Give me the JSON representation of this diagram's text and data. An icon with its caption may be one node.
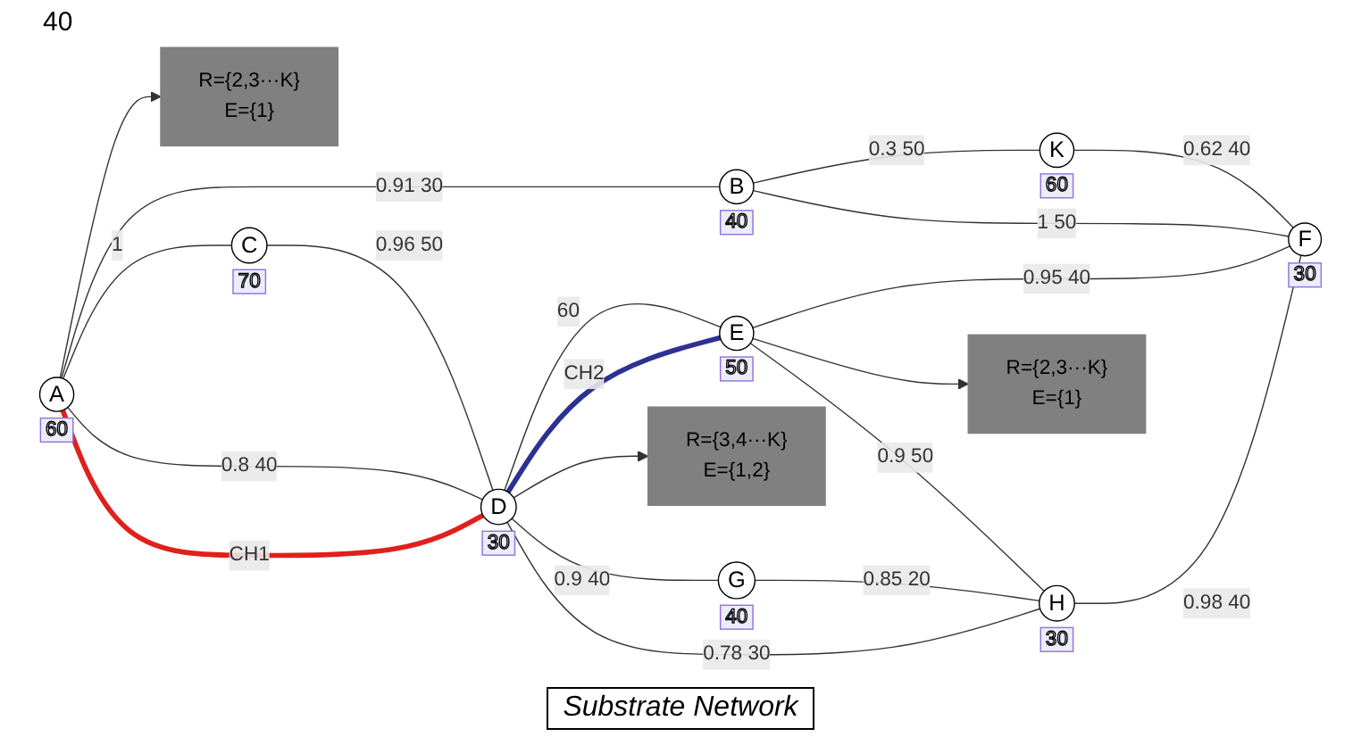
{
  "diagram": {
    "caption": "Substrate Network",
    "nodes": [
      {
        "text": [
          "R={2,3···K}",
          "E={1}"
        ]
      },
      {
        "text": [
          "A"
        ],
        "beside": [
          "60"
        ]
      },
      {
        "text": [
          "B"
        ],
        "beside": [
          "40"
        ]
      },
      {
        "text": [
          "K"
        ],
        "beside": [
          "60"
        ]
      },
      {
        "text": [
          "C"
        ],
        "beside": [
          "70"
        ]
      },
      {
        "text": [
          "D"
        ],
        "beside": [
          "30"
        ]
      },
      {
        "text": [
          "E"
        ],
        "beside": [
          "50"
        ]
      },
      {
        "text": [
          "F"
        ],
        "beside": [
          "30"
        ]
      },
      {
        "text": [
          "R={2,3···K}",
          "E={1}"
        ]
      },
      {
        "text": [
          "R={3,4···K}",
          "E={1,2}"
        ]
      },
      {
        "text": [
          "G"
        ],
        "beside": [
          "40"
        ]
      },
      {
        "text": [
          "H"
        ],
        "beside": [
          "30"
        ]
      }
    ],
    "edges": [
      {
        "from": 1,
        "to": 0,
        "arrow": "to"
      },
      {
        "from": 1,
        "to": 2,
        "arrow": "none",
        "label": "0.91 30"
      },
      {
        "from": 2,
        "to": 3,
        "arrow": "none",
        "label": "0.3 50"
      },
      {
        "from": 1,
        "to": 4,
        "arrow": "none",
        "label": "1"
      },
      {
        "from": 1,
        "to": 5,
        "arrow": "none",
        "label": "0.8 40"
      },
      {
        "from": 1,
        "to": 5,
        "arrow": "none",
        "label": "CH1",
        "style": "thick",
        "color": "#e0201c"
      },
      {
        "from": 2,
        "to": 7,
        "arrow": "none",
        "label": "1 50"
      },
      {
        "from": 3,
        "to": 7,
        "arrow": "none",
        "label": "0.62 40"
      },
      {
        "from": 4,
        "to": 5,
        "arrow": "none",
        "label": "0.96 50"
      },
      {
        "from": 5,
        "to": 6,
        "arrow": "none",
        "label": "60"
      },
      {
        "from": 5,
        "to": 6,
        "arrow": "none",
        "label": "CH2",
        "style": "thick",
        "color": "#2e3192"
      },
      {
        "from": 6,
        "to": 7,
        "arrow": "none",
        "label": "0.95 40"
      },
      {
        "from": 6,
        "to": 8,
        "arrow": "to"
      },
      {
        "from": 5,
        "to": 9,
        "arrow": "to"
      },
      {
        "from": 5,
        "to": 10,
        "arrow": "none",
        "label": "0.9 40"
      },
      {
        "from": 5,
        "to": 11,
        "arrow": "none",
        "label": "0.78 30"
      },
      {
        "from": 6,
        "to": 11,
        "arrow": "none",
        "label": "0.9 50"
      },
      {
        "from": 10,
        "to": 11,
        "arrow": "none",
        "label": "0.85 20"
      },
      {
        "from": 11,
        "to": 7,
        "arrow": "none",
        "label": "0.98 40"
      }
    ],
    "labels": [
      "40"
    ]
  }
}
